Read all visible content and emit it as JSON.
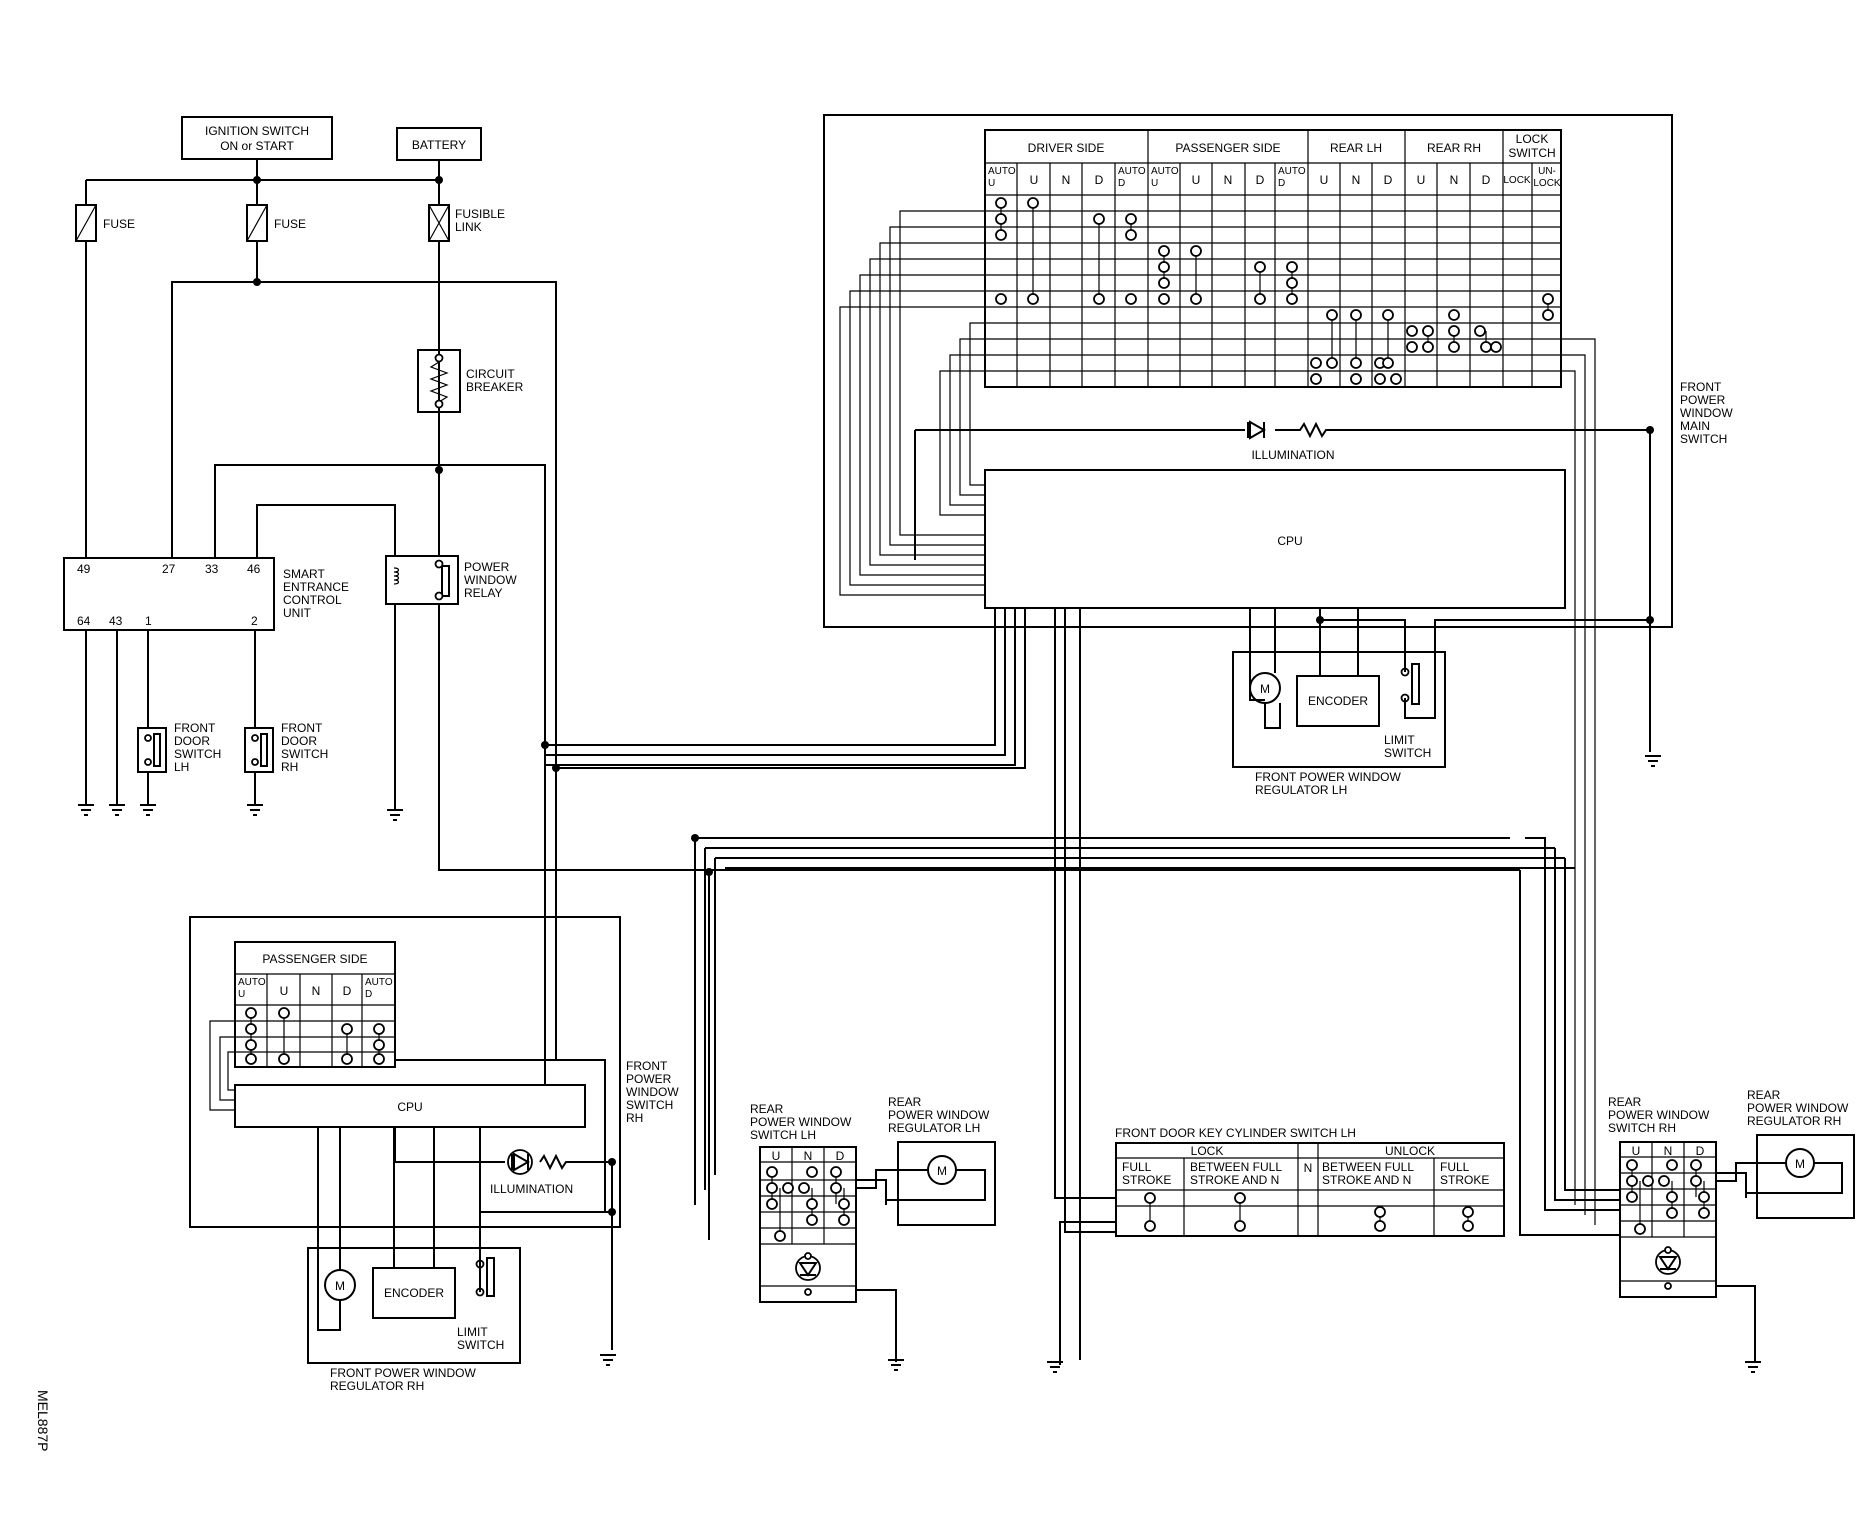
{
  "page": {
    "code": "MEL887P"
  },
  "power": {
    "ignition_line1": "IGNITION SWITCH",
    "ignition_line2": "ON or START",
    "battery": "BATTERY",
    "fuse": "FUSE",
    "fusible_1": "FUSIBLE",
    "fusible_2": "LINK",
    "breaker_1": "CIRCUIT",
    "breaker_2": "BREAKER"
  },
  "relay": {
    "l1": "POWER",
    "l2": "WINDOW",
    "l3": "RELAY"
  },
  "secu": {
    "l1": "SMART",
    "l2": "ENTRANCE",
    "l3": "CONTROL",
    "l4": "UNIT",
    "pins": [
      "49",
      "27",
      "33",
      "46",
      "64",
      "43",
      "1",
      "2"
    ]
  },
  "door_switch": {
    "lh": [
      "FRONT",
      "DOOR",
      "SWITCH",
      "LH"
    ],
    "rh": [
      "FRONT",
      "DOOR",
      "SWITCH",
      "RH"
    ]
  },
  "main_switch": {
    "label": [
      "FRONT",
      "POWER",
      "WINDOW",
      "MAIN",
      "SWITCH"
    ],
    "groups": [
      "DRIVER SIDE",
      "PASSENGER SIDE",
      "REAR LH",
      "REAR RH",
      "LOCK",
      "SWITCH"
    ],
    "cols": [
      "AUTO",
      "U",
      "U",
      "N",
      "D",
      "AUTO",
      "D",
      "AUTO",
      "U",
      "U",
      "N",
      "D",
      "AUTO",
      "D",
      "U",
      "N",
      "D",
      "U",
      "N",
      "D",
      "LOCK",
      "UN-",
      "LOCK"
    ],
    "illumination": "ILLUMINATION",
    "cpu": "CPU"
  },
  "reg_lh": {
    "encoder": "ENCODER",
    "limit_1": "LIMIT",
    "limit_2": "SWITCH",
    "title_1": "FRONT POWER WINDOW",
    "title_2": "REGULATOR LH"
  },
  "pass_switch": {
    "header": "PASSENGER SIDE",
    "cols": [
      "AUTO",
      "U",
      "U",
      "N",
      "D",
      "AUTO",
      "D"
    ],
    "cpu": "CPU",
    "illumination": "ILLUMINATION",
    "label": [
      "FRONT",
      "POWER",
      "WINDOW",
      "SWITCH",
      "RH"
    ]
  },
  "reg_rh": {
    "encoder": "ENCODER",
    "limit_1": "LIMIT",
    "limit_2": "SWITCH",
    "title_1": "FRONT POWER WINDOW",
    "title_2": "REGULATOR RH"
  },
  "rear_lh": {
    "switch": [
      "REAR",
      "POWER WINDOW",
      "SWITCH LH"
    ],
    "regulator": [
      "REAR",
      "POWER WINDOW",
      "REGULATOR LH"
    ],
    "cols": [
      "U",
      "N",
      "D"
    ]
  },
  "rear_rh": {
    "switch": [
      "REAR",
      "POWER WINDOW",
      "SWITCH RH"
    ],
    "regulator": [
      "REAR",
      "POWER WINDOW",
      "REGULATOR RH"
    ],
    "cols": [
      "U",
      "N",
      "D"
    ]
  },
  "key_cyl": {
    "title": "FRONT DOOR KEY CYLINDER SWITCH LH",
    "lock": "LOCK",
    "unlock": "UNLOCK",
    "n": "N",
    "full_1": "FULL",
    "full_2": "STROKE",
    "between_1": "BETWEEN FULL",
    "between_2": "STROKE AND N"
  },
  "motor": {
    "m": "M"
  }
}
